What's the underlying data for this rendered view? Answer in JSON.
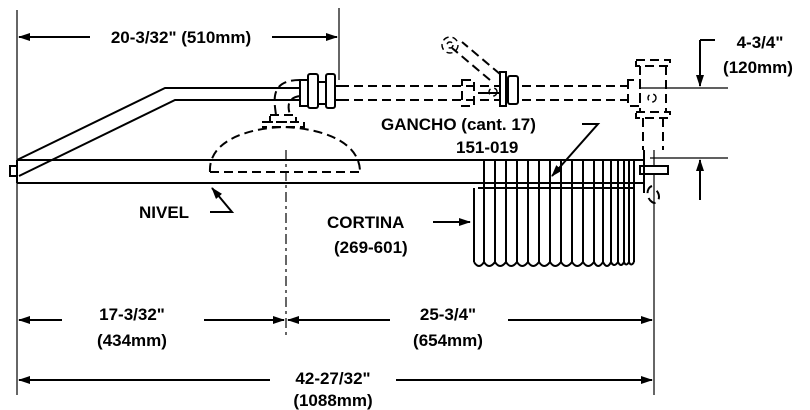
{
  "dimensions": {
    "top_width": "20-3/32\" (510mm)",
    "height": "4-3/4\"",
    "height_mm": "(120mm)",
    "left_offset": "17-3/32\"",
    "left_offset_mm": "(434mm)",
    "right_offset": "25-3/4\"",
    "right_offset_mm": "(654mm)",
    "overall": "42-27/32\"",
    "overall_mm": "(1088mm)"
  },
  "callouts": {
    "hooks": "GANCHO (cant. 17)",
    "hooks_part": "151-019",
    "curtain": "CORTINA",
    "curtain_part": "(269-601)",
    "level": "NIVEL"
  }
}
